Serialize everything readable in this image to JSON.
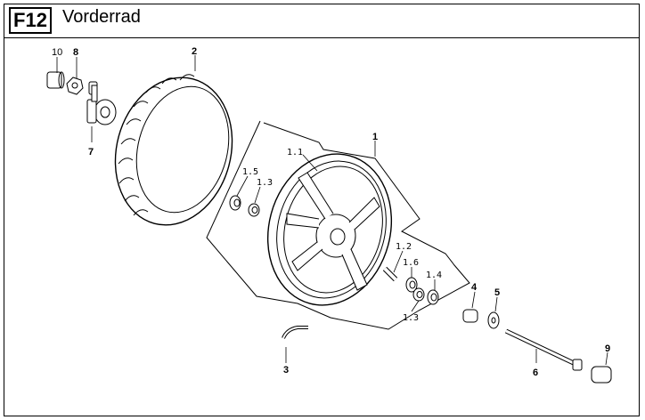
{
  "header": {
    "code": "F12",
    "title": "Vorderrad"
  },
  "callouts": {
    "c10": "10",
    "c8": "8",
    "c2": "2",
    "c7": "7",
    "c1": "1",
    "c1_1": "1.1",
    "c1_5": "1.5",
    "c1_3a": "1.3",
    "c1_2": "1.2",
    "c1_6": "1.6",
    "c1_4": "1.4",
    "c1_3b": "1.3",
    "c4": "4",
    "c5": "5",
    "c3": "3",
    "c6": "6",
    "c9": "9"
  }
}
